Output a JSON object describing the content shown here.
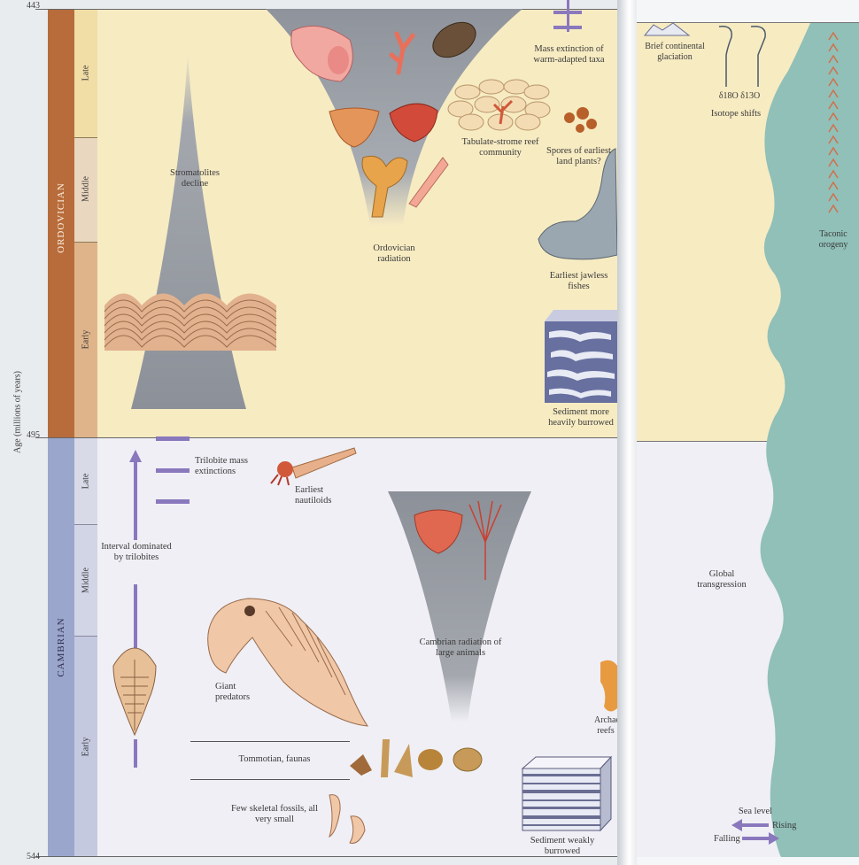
{
  "age_axis": {
    "label": "Age (millions of years)",
    "ticks": [
      "443",
      "495",
      "544"
    ]
  },
  "periods": {
    "ordovician": {
      "name": "ORDOVICIAN",
      "epochs": [
        "Late",
        "Middle",
        "Early"
      ]
    },
    "cambrian": {
      "name": "CAMBRIAN",
      "epochs": [
        "Late",
        "Middle",
        "Early"
      ]
    }
  },
  "ordovician_labels": {
    "stromatolites": "Stromatolites decline",
    "radiation": "Ordovician radiation",
    "mass_extinction": "Mass extinction of warm-adapted taxa",
    "reef": "Tabulate-strome reef community",
    "spores": "Spores of earliest land plants?",
    "fishes": "Earliest jawless fishes",
    "sediment": "Sediment more heavily burrowed"
  },
  "cambrian_labels": {
    "trilobite_extinctions": "Trilobite mass extinctions",
    "nautiloids": "Earliest nautiloids",
    "interval": "Interval dominated by trilobites",
    "radiation": "Cambrian radiation of large animals",
    "predators": "Giant predators",
    "tommotian": "Tommotian, faunas",
    "few_fossils": "Few skeletal fossils, all very small",
    "sediment": "Sediment weakly burrowed",
    "archaeocyathid": "Archaeo reefs"
  },
  "right_panel": {
    "glaciation": "Brief continental glaciation",
    "isotopes": "δ18O δ13O",
    "isotope_shifts": "Isotope shifts",
    "taconic": "Taconic orogeny",
    "transgression": "Global transgression",
    "sea_level_title": "Sea level",
    "rising": "Rising",
    "falling": "Falling"
  },
  "colors": {
    "ordovician_band": "#b86c3c",
    "cambrian_band": "#9aa6cc",
    "ordovician_bg": "#f7ebc2",
    "cambrian_bg": "#efeff5",
    "funnel": "#9a9ea6",
    "accent_purple": "#8a78bd",
    "sea": "#90c0b8"
  }
}
